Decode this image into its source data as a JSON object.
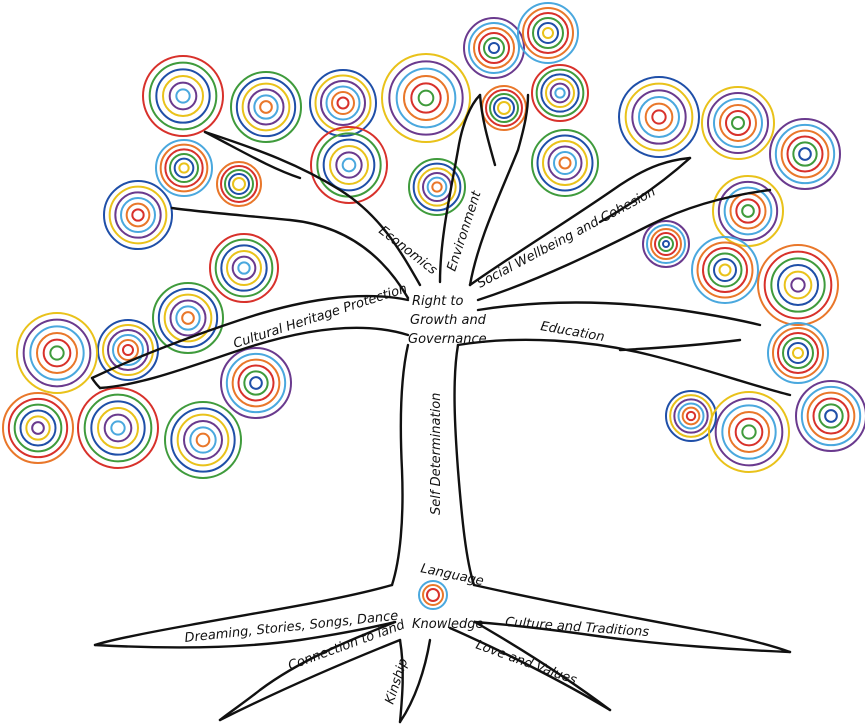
{
  "center": {
    "line1": "Right to",
    "line2": "Growth and",
    "line3": "Governance"
  },
  "trunk_label": "Self Determination",
  "branches": {
    "economics": "Economics",
    "environment": "Environment",
    "social": "Social Wellbeing and Cohesion",
    "cultural": "Cultural Heritage Protection",
    "education": "Education"
  },
  "roots": {
    "language": "Language",
    "knowledge": "Knowledge",
    "dreaming": "Dreaming, Stories, Songs, Dance",
    "culture": "Culture and Traditions",
    "land": "Connection to land",
    "kinship": "Kinship",
    "love": "Love and Values"
  },
  "ring_colors": {
    "red": "#d8312b",
    "green": "#3f9b3c",
    "blue": "#1f4fa8",
    "yellow": "#e9c21a",
    "purple": "#6a3a8e",
    "lightblue": "#4aa8de",
    "orange": "#e9772a"
  }
}
